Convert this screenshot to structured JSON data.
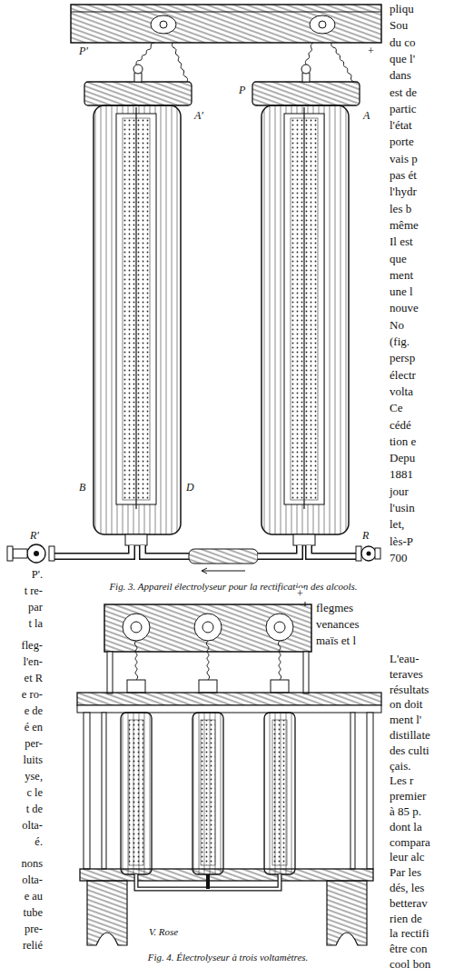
{
  "diagram": {
    "labels": [
      "P'",
      "+",
      "P",
      "A'",
      "A",
      "B",
      "D",
      "R'",
      "R",
      "Fig. 3. Appareil électrolyseur pour la rectification des alcools.",
      "+",
      "V. Rose",
      "Fig. 4. Électrolyseur à trois voltamètres.",
      "P'.",
      "t re-",
      "par",
      "t la",
      "fleg-",
      "l'en-",
      "et R",
      "e ro-",
      "e de",
      "é en",
      "per-",
      "luits",
      "yse,",
      "c le",
      "t de",
      "olta-",
      "é.",
      "nons",
      "olta-",
      "e au",
      "tube",
      "pre-",
      "relié",
      "pliqu",
      "Sou",
      "du co",
      "que l'",
      "dans",
      "est de",
      "partic",
      "l'état",
      "porte",
      "vais p",
      "pas ét",
      "l'hydr",
      "les b",
      "même",
      "Il est",
      "que",
      "ment",
      "une l",
      "nouve",
      "No",
      "(fig.",
      "persp",
      "électr",
      "volta",
      "Ce",
      "cédé",
      "tion e",
      "Depu",
      "1881",
      "jour",
      "l'usin",
      "let,",
      "lès-P",
      "700",
      "flegmes",
      "venances",
      "maïs et l",
      "L'eau-",
      "teraves",
      "résultats",
      "on doit",
      "ment l'",
      "distillate",
      "des culti",
      "çais.",
      "Les r",
      "premier",
      "à 85 p.",
      "dont la",
      "compara",
      "leur alc",
      "Par les",
      "dés, les",
      "betterav",
      "rien de",
      "la rectifi",
      "être con",
      "cool bon"
    ]
  }
}
